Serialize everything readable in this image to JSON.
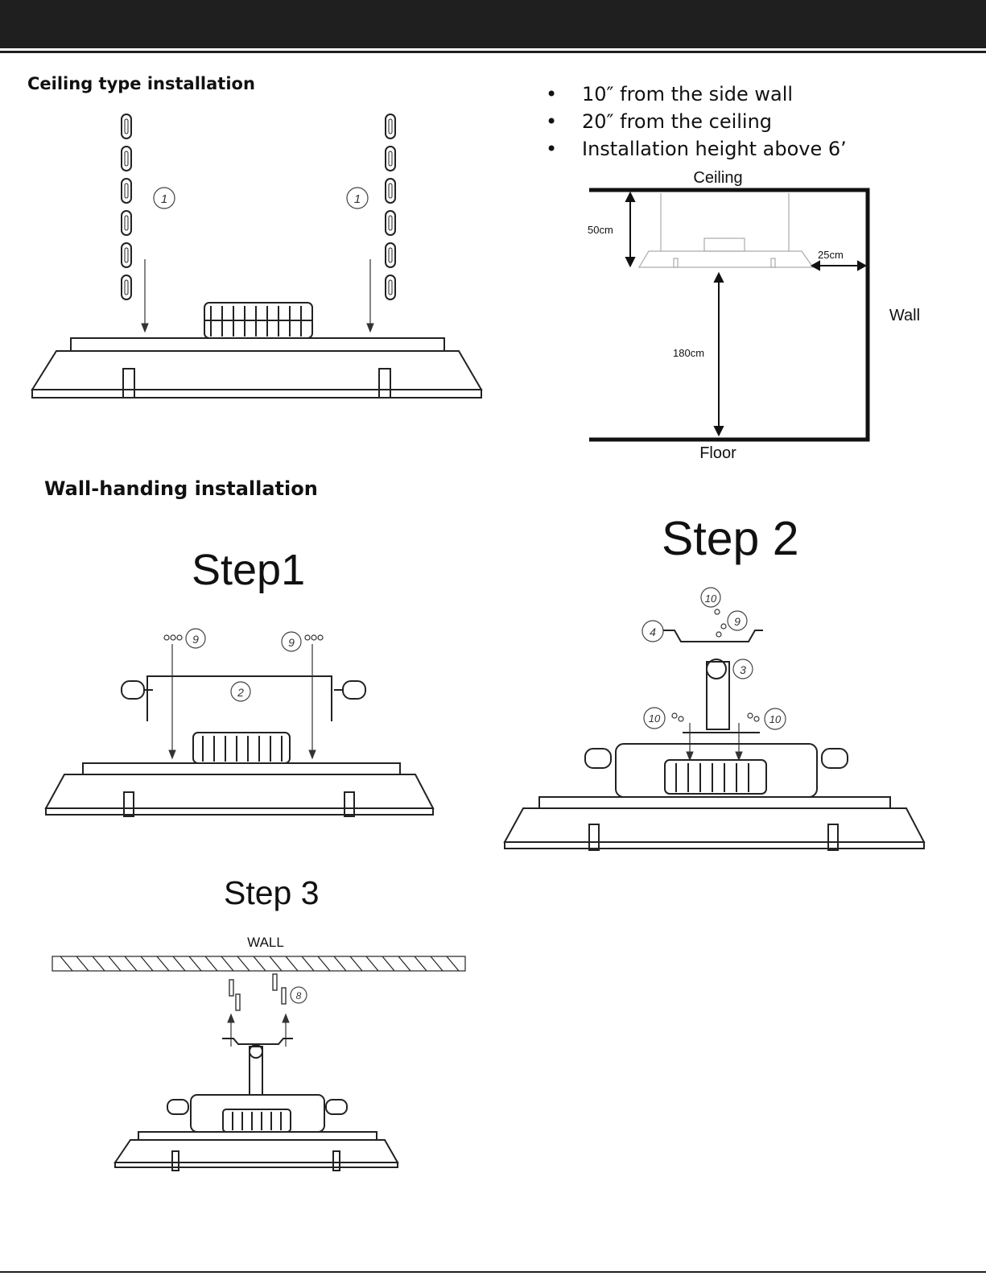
{
  "header": {
    "bar_color": "#1f1f1f"
  },
  "sections": {
    "ceiling_title": "Ceiling type installation",
    "wall_title": "Wall-handing installation"
  },
  "bullets": [
    "10″ from the side wall",
    "20″ from the ceiling",
    "Installation height above 6’"
  ],
  "clearance_diagram": {
    "ceiling": "Ceiling",
    "floor": "Floor",
    "wall": "Wall",
    "top_gap": "50cm",
    "side_gap": "25cm",
    "height": "180cm"
  },
  "steps": {
    "step1": "Step1",
    "step2": "Step 2",
    "step3": "Step 3",
    "wall_label": "WALL"
  },
  "callouts": {
    "chain": "1",
    "bracket": "2",
    "pole": "3",
    "mount_plate": "4",
    "anchor": "8",
    "screw": "9",
    "nut": "10"
  }
}
